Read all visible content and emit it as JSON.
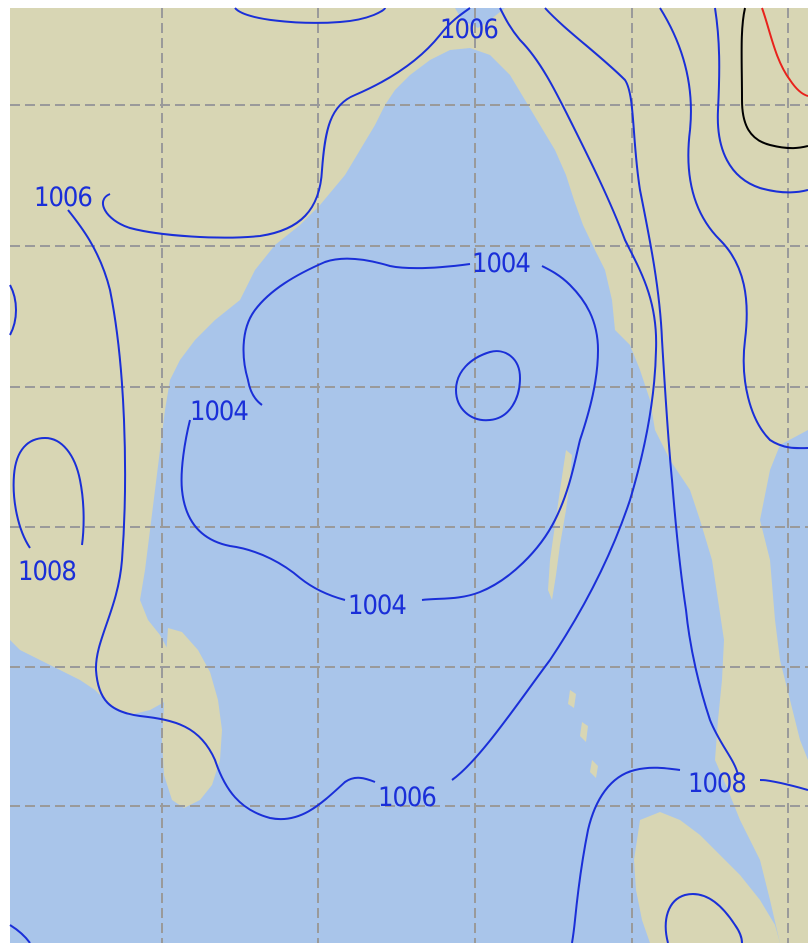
{
  "map": {
    "colors": {
      "sea": "#a9c5ea",
      "land": "#d8d6b4",
      "grid": "#9a9a9a",
      "isobar": "#1a2fd8",
      "isobar_black": "#000000",
      "isobar_red": "#e8221c",
      "frame": "#ffffff"
    },
    "isobar_labels": [
      {
        "id": "top",
        "text": "1006"
      },
      {
        "id": "west",
        "text": "1006"
      },
      {
        "id": "center-top",
        "text": "1004"
      },
      {
        "id": "center-left",
        "text": "1004"
      },
      {
        "id": "center-bottom",
        "text": "1004"
      },
      {
        "id": "india",
        "text": "1008"
      },
      {
        "id": "south",
        "text": "1006"
      },
      {
        "id": "southeast",
        "text": "1008"
      }
    ]
  }
}
